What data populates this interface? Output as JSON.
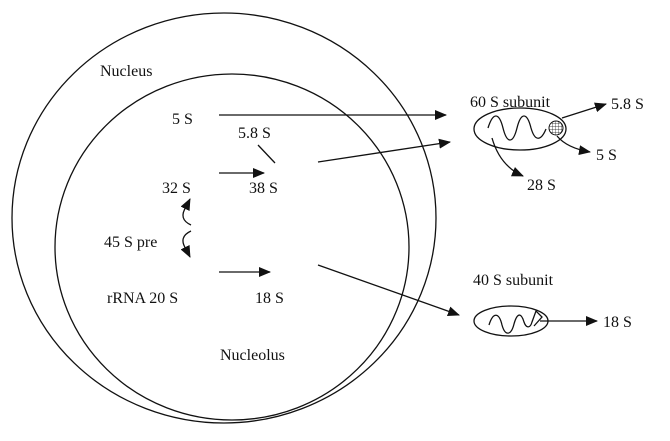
{
  "labels": {
    "nucleus": "Nucleus",
    "nucleolus": "Nucleolus",
    "rrna_5s": "5 S",
    "rrna_5_8s": "5.8 S",
    "rrna_32s": "32 S",
    "rrna_38s": "38 S",
    "rrna_45s_pre": "45 S pre",
    "rrna_20s": "rRNA 20 S",
    "rrna_18s": "18 S",
    "subunit_60s": "60 S subunit",
    "subunit_60s_5_8s": "5.8 S",
    "subunit_60s_5s": "5 S",
    "subunit_60s_28s": "28 S",
    "subunit_40s": "40 S subunit",
    "subunit_40s_18s": "18 S"
  },
  "colors": {
    "ink": "#111111",
    "background": "#ffffff"
  }
}
